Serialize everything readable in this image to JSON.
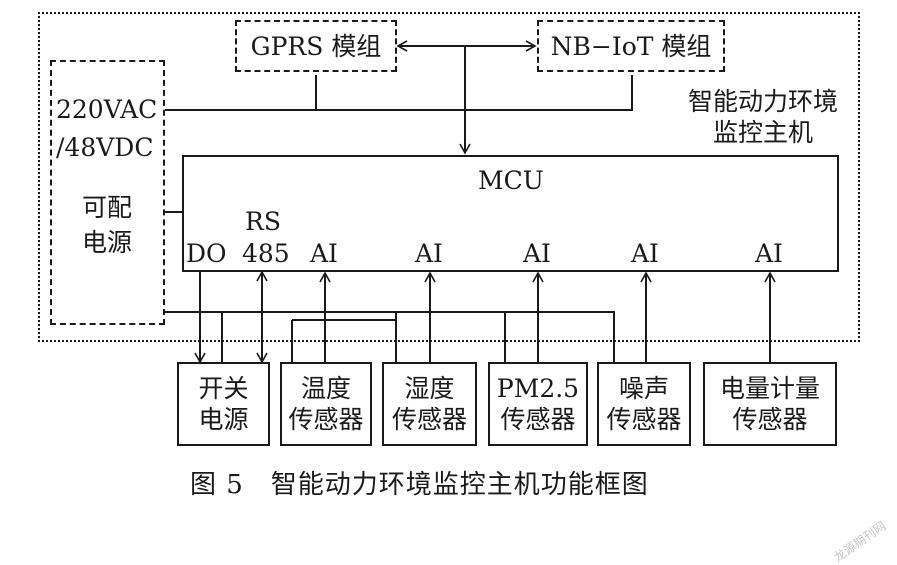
{
  "diagram": {
    "host_label_line1": "智能动力环境",
    "host_label_line2": "监控主机",
    "gprs_module": "GPRS 模组",
    "nbiot_module": "NB−IoT 模组",
    "power_supply": {
      "line1": "220VAC",
      "line2": "/48VDC",
      "line3": "可配",
      "line4": "电源"
    },
    "mcu": {
      "title": "MCU",
      "ports": {
        "do": "DO",
        "rs_line1": "RS",
        "rs_line2": "485",
        "ai1": "AI",
        "ai2": "AI",
        "ai3": "AI",
        "ai4": "AI",
        "ai5": "AI"
      }
    },
    "devices": [
      {
        "line1": "开关",
        "line2": "电源"
      },
      {
        "line1": "温度",
        "line2": "传感器"
      },
      {
        "line1": "湿度",
        "line2": "传感器"
      },
      {
        "line1": "PM2.5",
        "line2": "传感器"
      },
      {
        "line1": "噪声",
        "line2": "传感器"
      },
      {
        "line1": "电量计量",
        "line2": "传感器"
      }
    ]
  },
  "caption": "图 5　智能动力环境监控主机功能框图",
  "watermark": "龙源期刊网"
}
